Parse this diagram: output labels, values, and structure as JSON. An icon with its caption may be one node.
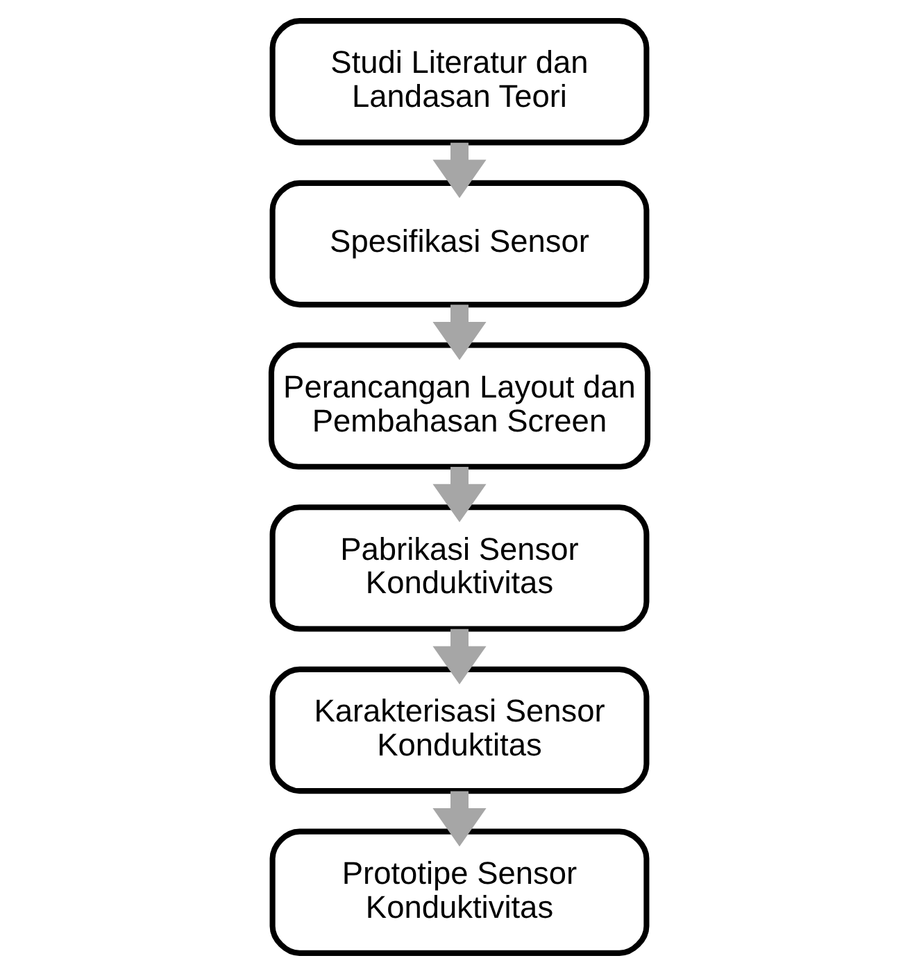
{
  "diagram": {
    "nodes": [
      {
        "text": [
          "Studi Literatur dan Landasan Teori"
        ]
      },
      {
        "text": [
          "Spesifikasi Sensor"
        ]
      },
      {
        "text": [
          "Perancangan Layout dan Pembahasan Screen"
        ]
      },
      {
        "text": [
          "Pabrikasi Sensor Konduktivitas"
        ]
      },
      {
        "text": [
          "Karakterisasi Sensor Konduktitas"
        ]
      },
      {
        "text": [
          "Prototipe Sensor Konduktivitas"
        ]
      }
    ],
    "edges": [
      {
        "from": 0,
        "to": 1,
        "arrow": "to"
      },
      {
        "from": 1,
        "to": 2,
        "arrow": "to"
      },
      {
        "from": 2,
        "to": 3,
        "arrow": "to"
      },
      {
        "from": 3,
        "to": 4,
        "arrow": "to"
      },
      {
        "from": 4,
        "to": 5,
        "arrow": "to"
      }
    ]
  }
}
